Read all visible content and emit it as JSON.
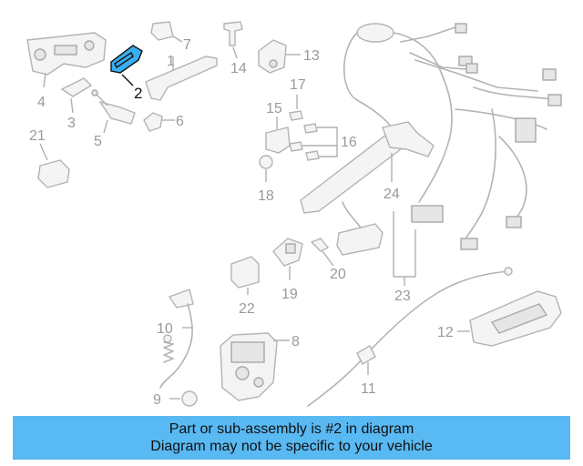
{
  "callouts": {
    "c1": "1",
    "c2": "2",
    "c3": "3",
    "c4": "4",
    "c5": "5",
    "c6": "6",
    "c7": "7",
    "c8": "8",
    "c9": "9",
    "c10": "10",
    "c11": "11",
    "c12": "12",
    "c13": "13",
    "c14": "14",
    "c15": "15",
    "c16": "16",
    "c17": "17",
    "c18": "18",
    "c19": "19",
    "c20": "20",
    "c21": "21",
    "c22": "22",
    "c23": "23",
    "c24": "24"
  },
  "highlighted_part": "2",
  "colors": {
    "highlight_fill": "#3aaef0",
    "banner_bg": "#59b9f2",
    "line_gray": "#b3b3b3"
  },
  "banner": {
    "line1": "Part or sub-assembly is #2 in diagram",
    "line2": "Diagram may not be specific to your vehicle"
  }
}
